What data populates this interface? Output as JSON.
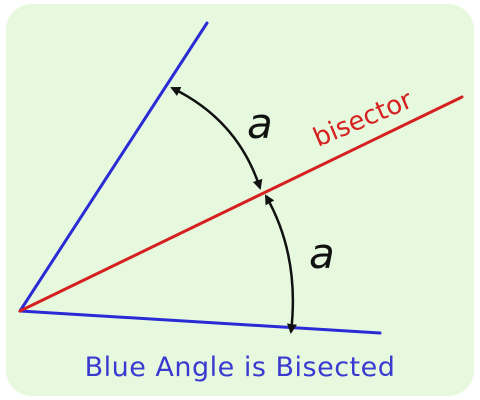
{
  "diagram": {
    "angle_label_top": "a",
    "angle_label_bottom": "a",
    "bisector_label": "bisector",
    "caption": "Blue Angle is Bisected"
  },
  "colors": {
    "background": "#e6f9df",
    "angle_arms": "#2b2bd6",
    "bisector": "#d62020",
    "arrows": "#111111",
    "caption": "#3a3ad0"
  }
}
